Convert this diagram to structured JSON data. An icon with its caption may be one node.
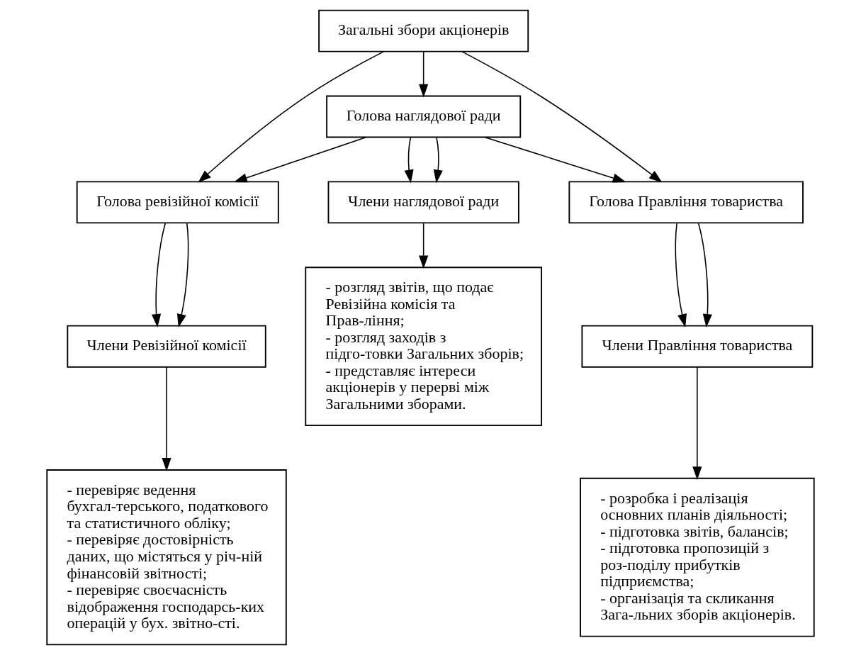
{
  "diagram": {
    "nodes": [
      {
        "text": [
          "Загальні збори акціонерів"
        ]
      },
      {
        "text": [
          "Голова наглядової ради"
        ]
      },
      {
        "text": [
          "Голова ревізійної комісії"
        ]
      },
      {
        "text": [
          "Члени наглядової ради"
        ]
      },
      {
        "text": [
          "Голова Правління товариства"
        ]
      },
      {
        "text": [
          "Члени Ревізійної комісії"
        ]
      },
      {
        "text": [
          "- розгляд звітів, що подає Ревізійна комісія та Прав-ління;",
          "- розгляд заходів з підго-товки Загальних зборів;",
          "- представляє інтереси акціонерів у перерві між Загальними зборами."
        ]
      },
      {
        "text": [
          "Члени Правління товариства"
        ]
      },
      {
        "text": [
          "- перевіряє ведення бухгал-терського, податкового та статистичного обліку;",
          "- перевіряє достовірність даних, що містяться у річ-ній фінансовій звітності;",
          "- перевіряє своєчасність відображення господарсь-ких операцій у бух. звітно-сті."
        ]
      },
      {
        "text": [
          "- розробка і реалізація основних планів діяльності;",
          "- підготовка звітів, балансів;",
          "- підготовка пропозицій з роз-поділу прибутків підприємства;",
          "- організація та скликання Зага-льних зборів акціонерів."
        ]
      }
    ],
    "edges": [
      {
        "from": 0,
        "to": 2,
        "arrow": "to"
      },
      {
        "from": 0,
        "to": 1,
        "arrow": "to"
      },
      {
        "from": 0,
        "to": 4,
        "arrow": "to"
      },
      {
        "from": 1,
        "to": 2,
        "arrow": "to"
      },
      {
        "from": 1,
        "to": 3,
        "arrow": "to"
      },
      {
        "from": 1,
        "to": 3,
        "arrow": "to"
      },
      {
        "from": 1,
        "to": 4,
        "arrow": "to"
      },
      {
        "from": 2,
        "to": 5,
        "arrow": "to"
      },
      {
        "from": 2,
        "to": 5,
        "arrow": "to"
      },
      {
        "from": 4,
        "to": 7,
        "arrow": "to"
      },
      {
        "from": 4,
        "to": 7,
        "arrow": "to"
      },
      {
        "from": 3,
        "to": 6,
        "arrow": "to"
      },
      {
        "from": 5,
        "to": 8,
        "arrow": "to"
      },
      {
        "from": 7,
        "to": 9,
        "arrow": "to"
      }
    ]
  }
}
